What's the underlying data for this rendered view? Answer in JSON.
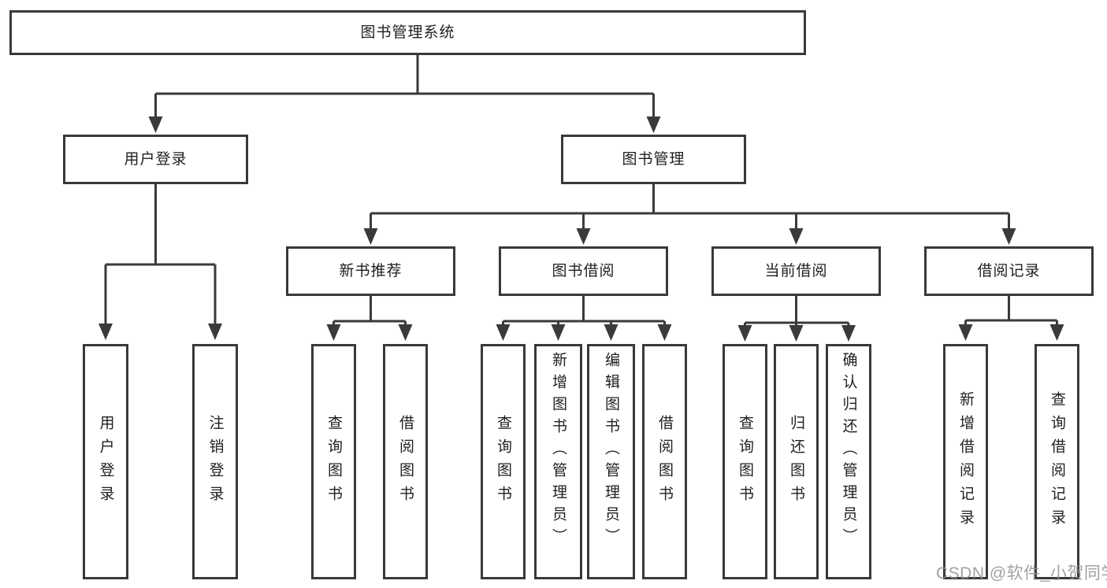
{
  "title": "图书管理系统",
  "user_login": {
    "label": "用户登录",
    "children": [
      "用户登录",
      "注销登录"
    ]
  },
  "book_management": {
    "label": "图书管理",
    "new_book_recommend": {
      "label": "新书推荐",
      "children": [
        "查询图书",
        "借阅图书"
      ]
    },
    "book_borrow": {
      "label": "图书借阅",
      "children": [
        "查询图书",
        "新增图书（管理员）",
        "编辑图书（管理员）",
        "借阅图书"
      ]
    },
    "current_borrow": {
      "label": "当前借阅",
      "children": [
        "查询图书",
        "归还图书",
        "确认归还（管理员）"
      ]
    },
    "borrow_records": {
      "label": "借阅记录",
      "children": [
        "新增借阅记录",
        "查询借阅记录"
      ]
    }
  },
  "watermark": "CSDN @软件_小贺同学"
}
